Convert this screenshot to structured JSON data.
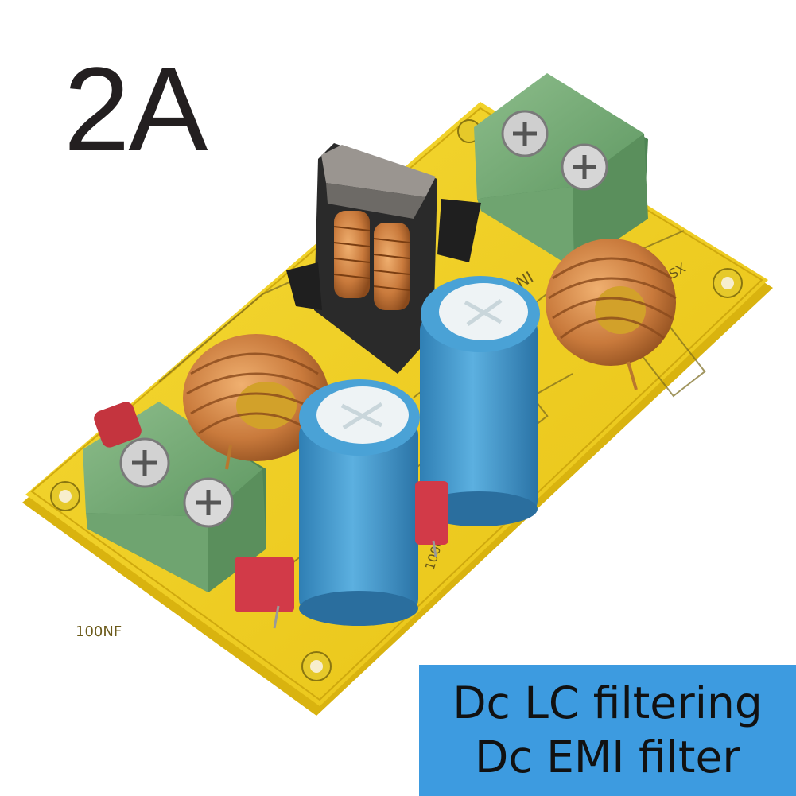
{
  "headline": "2A",
  "caption": {
    "line1": "Dc LC filtering",
    "line2": "Dc EMI filter"
  },
  "silkscreen": {
    "cap_label_left": "100NF",
    "cap_label_right": "100NF",
    "input_label": "IN+",
    "brand_label": "XS-HIFI"
  },
  "colors": {
    "background": "#ffffff",
    "pcb": "#f2d21c",
    "terminal": "#7fb07e",
    "capacitor": "#3b93c9",
    "copper": "#c97a3c",
    "caption_bg": "#3d9be0",
    "headline": "#231f20"
  }
}
